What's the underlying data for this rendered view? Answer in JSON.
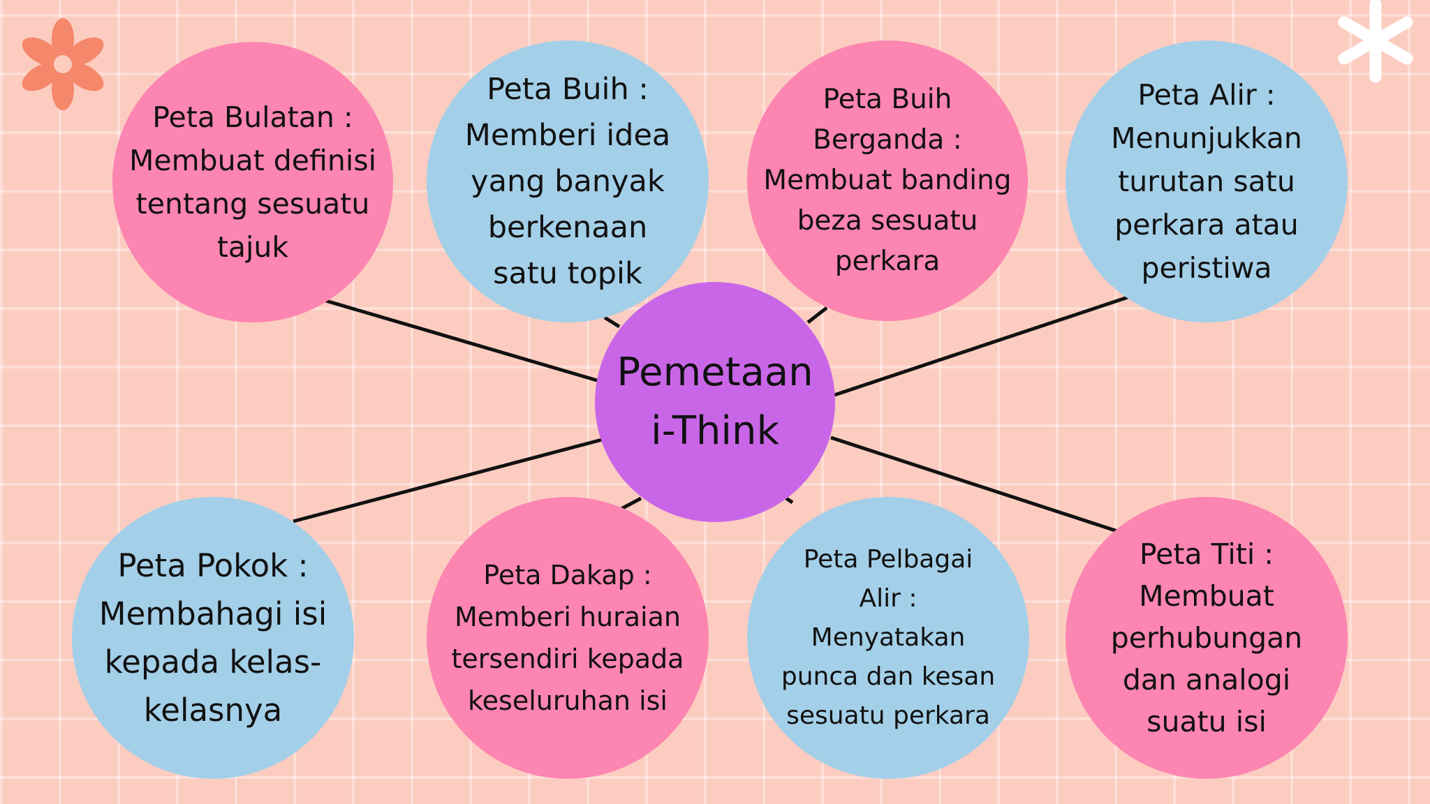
{
  "center": {
    "label": "Pemetaan\ni-Think"
  },
  "bubbles": [
    {
      "id": "peta-bulatan",
      "text": "Peta Bulatan :\nMembuat definisi\ntentang sesuatu\ntajuk",
      "color": "#fc85b1"
    },
    {
      "id": "peta-buih",
      "text": "Peta Buih :\nMemberi idea\nyang banyak\nberkenaan\nsatu topik",
      "color": "#a4cfe8"
    },
    {
      "id": "peta-buih-berganda",
      "text": "Peta Buih\nBerganda :\nMembuat banding\nbeza sesuatu\nperkara",
      "color": "#fc85b1"
    },
    {
      "id": "peta-alir",
      "text": "Peta Alir :\nMenunjukkan\nturutan satu\nperkara atau\nperistiwa",
      "color": "#a4cfe8"
    },
    {
      "id": "peta-pokok",
      "text": "Peta Pokok :\nMembahagi isi\nkepada kelas-\nkelasnya",
      "color": "#a4cfe8"
    },
    {
      "id": "peta-dakap",
      "text": "Peta Dakap :\nMemberi huraian\ntersendiri kepada\nkeseluruhan isi",
      "color": "#fc85b1"
    },
    {
      "id": "peta-pelbagai-alir",
      "text": "Peta Pelbagai\nAlir :\nMenyatakan\npunca dan kesan\nsesuatu perkara",
      "color": "#a4cfe8"
    },
    {
      "id": "peta-titi",
      "text": "Peta Titi :\nMembuat\nperhubungan\ndan analogi\nsuatu isi",
      "color": "#fc85b1"
    }
  ],
  "colors": {
    "center": "#c966e8",
    "pink": "#fc85b1",
    "blue": "#a4cfe8",
    "line": "#111111",
    "flower": "#f5876a",
    "sparkle": "#ffffff"
  },
  "decorations": [
    "flower-icon",
    "sparkle-icon"
  ]
}
